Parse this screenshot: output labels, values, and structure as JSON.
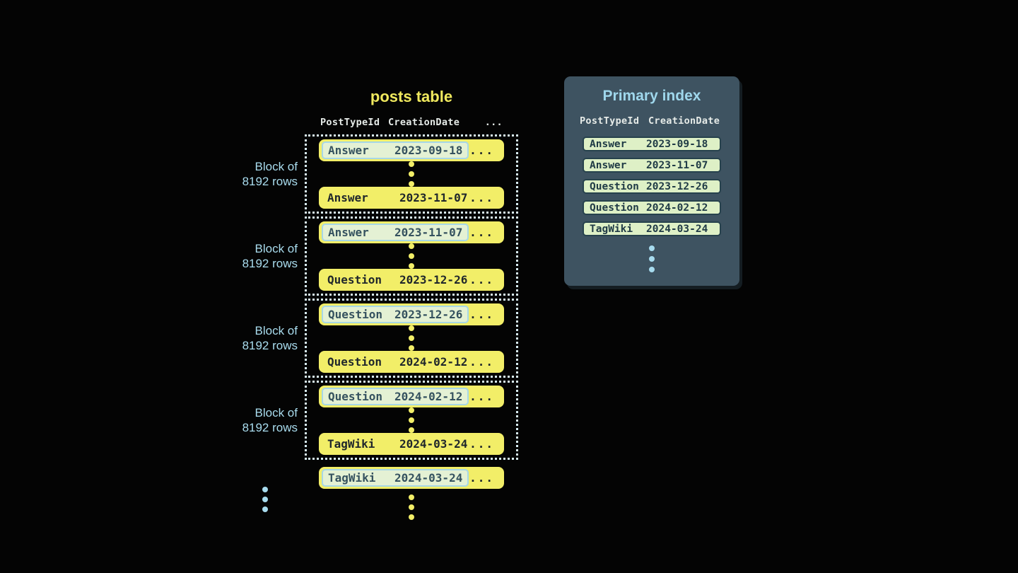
{
  "posts_table": {
    "title": "posts table",
    "header": {
      "col1": "PostTypeId",
      "col2": "CreationDate",
      "col3": "..."
    },
    "block_label": {
      "line1": "Block of",
      "line2": "8192 rows"
    },
    "ellipsis": "...",
    "blocks": [
      {
        "first_row": {
          "post_type": "Answer",
          "creation_date": "2023-09-18"
        },
        "last_row": {
          "post_type": "Answer",
          "creation_date": "2023-11-07"
        }
      },
      {
        "first_row": {
          "post_type": "Answer",
          "creation_date": "2023-11-07"
        },
        "last_row": {
          "post_type": "Question",
          "creation_date": "2023-12-26"
        }
      },
      {
        "first_row": {
          "post_type": "Question",
          "creation_date": "2023-12-26"
        },
        "last_row": {
          "post_type": "Question",
          "creation_date": "2024-02-12"
        }
      },
      {
        "first_row": {
          "post_type": "Question",
          "creation_date": "2024-02-12"
        },
        "last_row": {
          "post_type": "TagWiki",
          "creation_date": "2024-03-24"
        }
      }
    ],
    "overflow_row": {
      "post_type": "TagWiki",
      "creation_date": "2024-03-24"
    }
  },
  "primary_index": {
    "title": "Primary index",
    "header": {
      "col1": "PostTypeId",
      "col2": "CreationDate"
    },
    "entries": [
      {
        "post_type": "Answer",
        "creation_date": "2023-09-18"
      },
      {
        "post_type": "Answer",
        "creation_date": "2023-11-07"
      },
      {
        "post_type": "Question",
        "creation_date": "2023-12-26"
      },
      {
        "post_type": "Question",
        "creation_date": "2024-02-12"
      },
      {
        "post_type": "TagWiki",
        "creation_date": "2024-03-24"
      }
    ]
  },
  "colors": {
    "background": "#040404",
    "row_yellow": "#f2ee68",
    "row_text": "#1f262b",
    "highlight_bg": "#e4f1d4",
    "highlight_border": "#a7d7e6",
    "highlight_text": "#35525f",
    "panel_bg": "#3e5361",
    "accent_blue": "#a7dbee",
    "title_yellow": "#f0e95e",
    "header_text": "#e6ebe8",
    "index_entry_bg": "#def0c6",
    "index_entry_border": "#27424d",
    "index_entry_text": "#203b46",
    "dotted_border": "#d8edf4"
  }
}
